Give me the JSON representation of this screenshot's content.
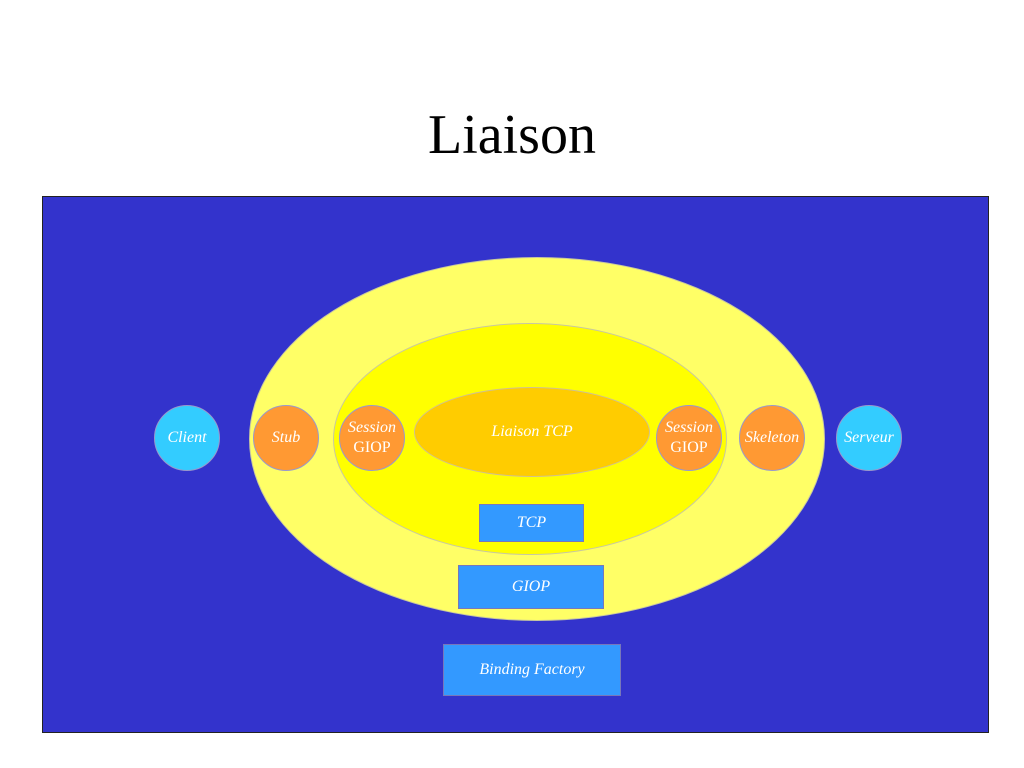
{
  "slide": {
    "title": "Liaison"
  },
  "diagram": {
    "liaison_tcp": "Liaison TCP",
    "client": "Client",
    "stub": "Stub",
    "session_left": {
      "line1": "Session",
      "line2": "GIOP"
    },
    "session_right": {
      "line1": "Session",
      "line2": "GIOP"
    },
    "skeleton": "Skeleton",
    "serveur": "Serveur",
    "tcp": "TCP",
    "giop": "GIOP",
    "binding_factory": "Binding Factory"
  },
  "colors": {
    "panel_background": "#3333cc",
    "outer_ellipse": "#ffff66",
    "inner_ellipse": "#ffff00",
    "tcp_ellipse": "#ffcc00",
    "endpoint_circle": "#33ccff",
    "component_circle": "#ff9933",
    "layer_box": "#3399ff",
    "label_text": "#ffffff"
  }
}
